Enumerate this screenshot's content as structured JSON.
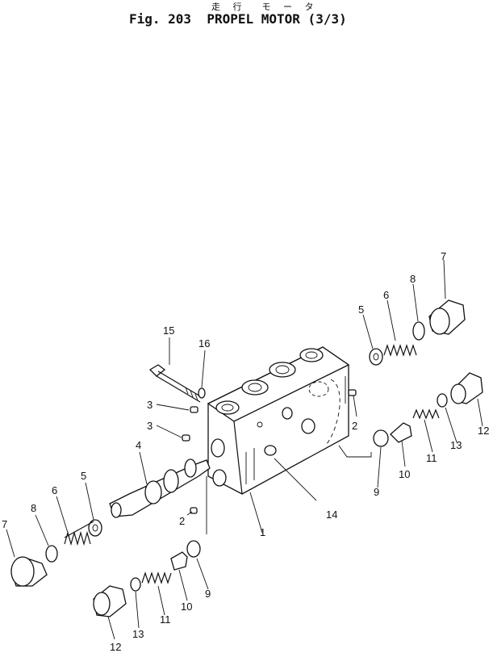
{
  "header": {
    "caption_jp": "走 行  モ ー タ",
    "caption": "Fig. 203  PROPEL MOTOR (3/3)"
  },
  "callouts": {
    "c1": "1",
    "c2a": "2",
    "c2b": "2",
    "c3a": "3",
    "c3b": "3",
    "c4": "4",
    "c5a": "5",
    "c5b": "5",
    "c6a": "6",
    "c6b": "6",
    "c7a": "7",
    "c7b": "7",
    "c8a": "8",
    "c8b": "8",
    "c9a": "9",
    "c9b": "9",
    "c10a": "10",
    "c10b": "10",
    "c11a": "11",
    "c11b": "11",
    "c12a": "12",
    "c12b": "12",
    "c13a": "13",
    "c13b": "13",
    "c14": "14",
    "c15": "15",
    "c16": "16"
  }
}
